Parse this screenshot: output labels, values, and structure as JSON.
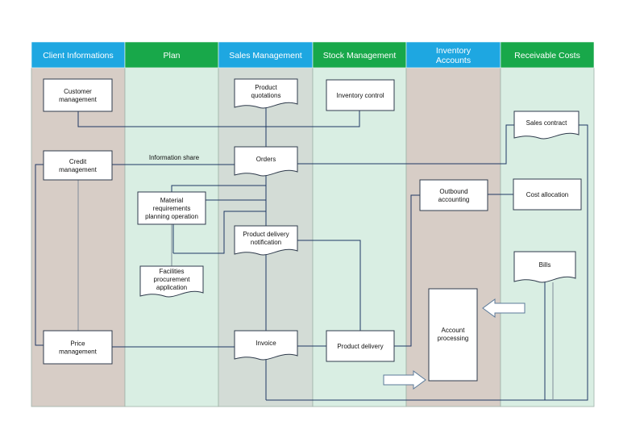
{
  "colors": {
    "header_blue": "#1ea7e1",
    "header_green": "#18a84a",
    "lane_tan": "#d7cdc6",
    "lane_mint": "#d9eee3",
    "lane_grey": "#d3dcd6",
    "wire": "#1f3864"
  },
  "lanes": [
    {
      "id": "client",
      "title": [
        "Client Informations"
      ],
      "header": "header_blue",
      "fill": "lane_tan"
    },
    {
      "id": "plan",
      "title": [
        "Plan"
      ],
      "header": "header_green",
      "fill": "lane_mint"
    },
    {
      "id": "sales",
      "title": [
        "Sales Management"
      ],
      "header": "header_blue",
      "fill": "lane_grey"
    },
    {
      "id": "stock",
      "title": [
        "Stock Management"
      ],
      "header": "header_green",
      "fill": "lane_mint"
    },
    {
      "id": "inventory",
      "title": [
        "Inventory",
        "Accounts"
      ],
      "header": "header_blue",
      "fill": "lane_tan"
    },
    {
      "id": "receivable",
      "title": [
        "Receivable Costs"
      ],
      "header": "header_green",
      "fill": "lane_mint"
    }
  ],
  "nodes": [
    {
      "id": "customer-management",
      "shape": "box",
      "text": [
        "Customer",
        "management"
      ]
    },
    {
      "id": "credit-management",
      "shape": "box",
      "text": [
        "Credit",
        "management"
      ]
    },
    {
      "id": "price-management",
      "shape": "box",
      "text": [
        "Price",
        "management"
      ]
    },
    {
      "id": "material-requirements",
      "shape": "box",
      "text": [
        "Material",
        "requirements",
        "planning operation"
      ]
    },
    {
      "id": "facilities-procurement",
      "shape": "doc",
      "text": [
        "Facilities",
        "procurement",
        "application"
      ]
    },
    {
      "id": "product-quotations",
      "shape": "doc",
      "text": [
        "Product",
        "quotations"
      ]
    },
    {
      "id": "orders",
      "shape": "doc",
      "text": [
        "Orders"
      ]
    },
    {
      "id": "product-delivery-notification",
      "shape": "doc",
      "text": [
        "Product delivery",
        "notification"
      ]
    },
    {
      "id": "invoice",
      "shape": "doc",
      "text": [
        "Invoice"
      ]
    },
    {
      "id": "inventory-control",
      "shape": "box",
      "text": [
        "Inventory control"
      ]
    },
    {
      "id": "product-delivery",
      "shape": "box",
      "text": [
        "Product delivery"
      ]
    },
    {
      "id": "outbound-accounting",
      "shape": "box",
      "text": [
        "Outbound",
        "accounting"
      ]
    },
    {
      "id": "account-processing",
      "shape": "box",
      "text": [
        "Account",
        "processing"
      ]
    },
    {
      "id": "sales-contract",
      "shape": "doc",
      "text": [
        "Sales contract"
      ]
    },
    {
      "id": "cost-allocation",
      "shape": "box",
      "text": [
        "Cost allocation"
      ]
    },
    {
      "id": "bills",
      "shape": "doc",
      "text": [
        "Bills"
      ]
    }
  ],
  "labels": [
    {
      "id": "information-share",
      "text": "Information share"
    }
  ]
}
